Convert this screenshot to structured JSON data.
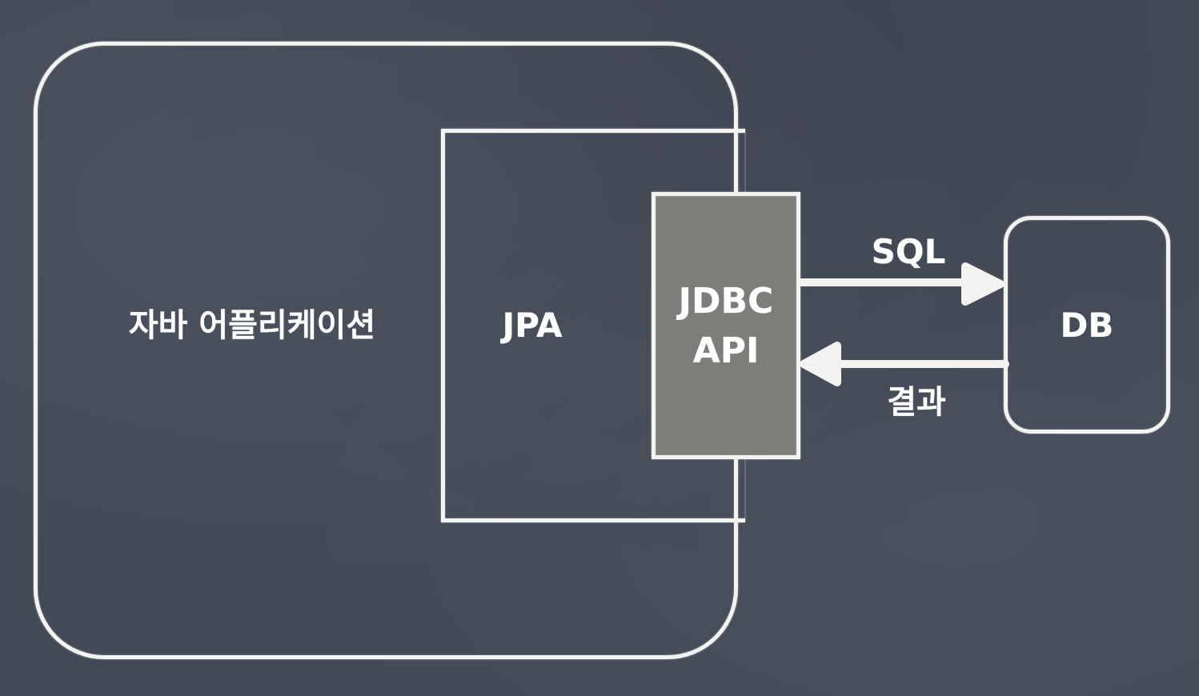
{
  "nodes": {
    "app": "자바 어플리케이션",
    "jpa": "JPA",
    "jdbc_line1": "JDBC",
    "jdbc_line2": "API",
    "db": "DB"
  },
  "edges": {
    "request": "SQL",
    "response": "결과"
  },
  "colors": {
    "background": "#434a57",
    "chalk": "#f3f3f1",
    "jdbc_fill": "#7e7d79"
  }
}
